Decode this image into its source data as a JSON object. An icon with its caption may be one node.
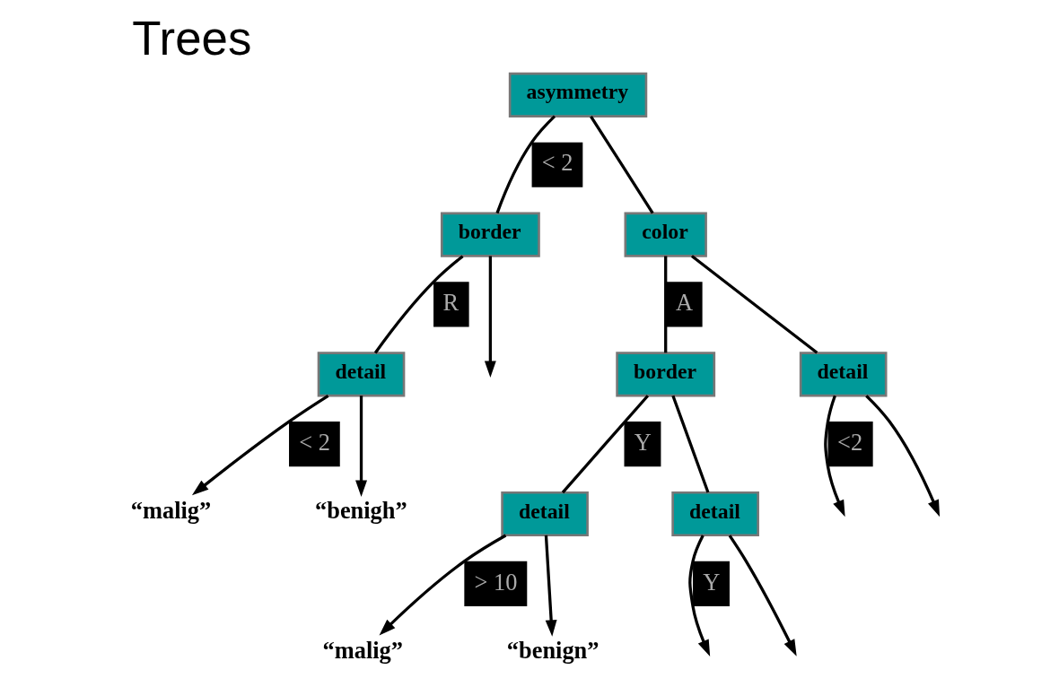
{
  "diagram": {
    "title": "Trees",
    "nodes": [
      {
        "text": [
          "asymmetry"
        ]
      },
      {
        "text": [
          "border"
        ]
      },
      {
        "text": [
          "color"
        ]
      },
      {
        "text": [
          "detail"
        ]
      },
      {
        "text": [
          "detail"
        ]
      },
      {
        "text": [
          "border"
        ]
      },
      {
        "text": [
          "“malig”"
        ]
      },
      {
        "text": [
          "“benigh”"
        ]
      },
      {
        "text": [
          "detail"
        ]
      },
      {
        "text": [
          "detail"
        ]
      },
      {
        "text": [
          "“malig”"
        ]
      },
      {
        "text": [
          "“benign”"
        ]
      }
    ],
    "edges": [
      {
        "from": 0,
        "to": 1,
        "arrow": "none",
        "label": "< 2"
      },
      {
        "from": 0,
        "to": 2,
        "arrow": "none"
      },
      {
        "from": 1,
        "to": 3,
        "arrow": "none",
        "label": "R"
      },
      {
        "from": 1,
        "to": null,
        "arrow": "to"
      },
      {
        "from": 2,
        "to": 5,
        "arrow": "none",
        "label": "A"
      },
      {
        "from": 2,
        "to": 4,
        "arrow": "none"
      },
      {
        "from": 3,
        "to": 6,
        "arrow": "to",
        "label": "< 2"
      },
      {
        "from": 3,
        "to": 7,
        "arrow": "to"
      },
      {
        "from": 4,
        "to": null,
        "arrow": "to",
        "label": "<2"
      },
      {
        "from": 4,
        "to": null,
        "arrow": "to"
      },
      {
        "from": 5,
        "to": 8,
        "arrow": "none",
        "label": "Y"
      },
      {
        "from": 5,
        "to": 9,
        "arrow": "none"
      },
      {
        "from": 8,
        "to": 10,
        "arrow": "to",
        "label": "> 10"
      },
      {
        "from": 8,
        "to": 11,
        "arrow": "to"
      },
      {
        "from": 9,
        "to": null,
        "arrow": "to",
        "label": "Y"
      },
      {
        "from": 9,
        "to": null,
        "arrow": "to"
      }
    ]
  }
}
